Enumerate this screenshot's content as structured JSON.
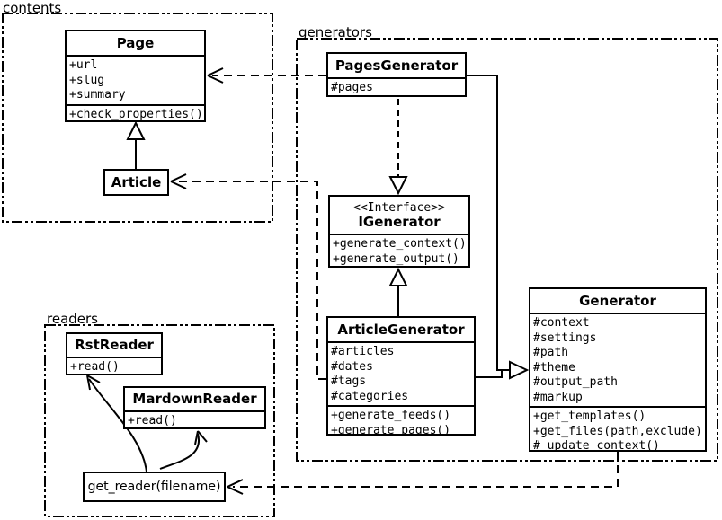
{
  "packages": {
    "contents": {
      "label": "contents"
    },
    "generators": {
      "label": "generators"
    },
    "readers": {
      "label": "readers"
    }
  },
  "classes": {
    "page": {
      "title": "Page",
      "attributes": [
        "+url",
        "+slug",
        "+summary"
      ],
      "methods": [
        "+check_properties()"
      ]
    },
    "article": {
      "title": "Article"
    },
    "pages_generator": {
      "title": "PagesGenerator",
      "attributes": [
        "#pages"
      ]
    },
    "igenerator": {
      "stereotype": "<<Interface>>",
      "title": "IGenerator",
      "methods": [
        "+generate_context()",
        "+generate_output()"
      ]
    },
    "article_generator": {
      "title": "ArticleGenerator",
      "attributes": [
        "#articles",
        "#dates",
        "#tags",
        "#categories"
      ],
      "methods": [
        "+generate_feeds()",
        "+generate_pages()"
      ]
    },
    "generator": {
      "title": "Generator",
      "attributes": [
        "#context",
        "#settings",
        "#path",
        "#theme",
        "#output_path",
        "#markup"
      ],
      "methods": [
        "+get_templates()",
        "+get_files(path,exclude)",
        "#_update_context()"
      ]
    },
    "rst_reader": {
      "title": "RstReader",
      "methods": [
        "+read()"
      ]
    },
    "markdown_reader": {
      "title": "MardownReader",
      "methods": [
        "+read()"
      ]
    },
    "get_reader": {
      "title": "get_reader(filename)"
    }
  },
  "relationships": [
    {
      "from": "PagesGenerator",
      "to": "Page",
      "type": "dependency (dashed, open arrow)"
    },
    {
      "from": "ArticleGenerator",
      "to": "Article",
      "type": "dependency (dashed, open arrow)"
    },
    {
      "from": "PagesGenerator",
      "to": "IGenerator",
      "type": "realization (dashed, hollow triangle)"
    },
    {
      "from": "ArticleGenerator",
      "to": "IGenerator",
      "type": "generalization (solid, hollow triangle)"
    },
    {
      "from": "Article",
      "to": "Page",
      "type": "generalization (solid, hollow triangle)"
    },
    {
      "from": "PagesGenerator",
      "to": "Generator",
      "type": "generalization (solid, hollow triangle)"
    },
    {
      "from": "ArticleGenerator",
      "to": "Generator",
      "type": "generalization (solid, hollow triangle)"
    },
    {
      "from": "Generator",
      "to": "get_reader(filename)",
      "type": "dependency (dashed, open arrow)"
    },
    {
      "from": "get_reader(filename)",
      "to": "RstReader",
      "type": "curved arrow"
    },
    {
      "from": "get_reader(filename)",
      "to": "MardownReader",
      "type": "curved arrow"
    }
  ],
  "colors": {
    "line": "#000000",
    "background": "#ffffff",
    "box_fill": "#ffffff"
  }
}
